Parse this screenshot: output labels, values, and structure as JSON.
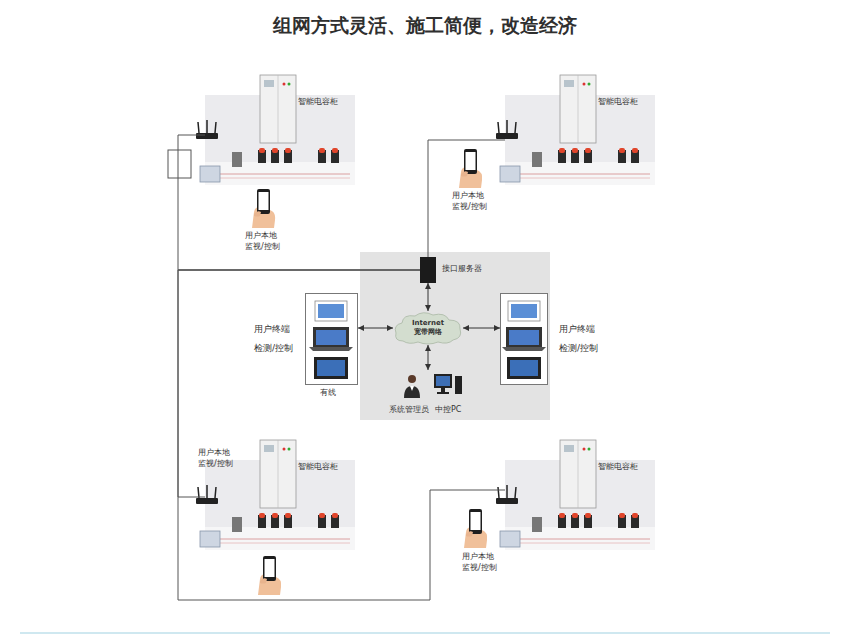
{
  "diagram": {
    "title": "组网方式灵活、施工简便，改造经济",
    "nodes": [
      {
        "text": [
          "智能电容柜"
        ]
      },
      {
        "text": [
          "智能电容柜"
        ]
      },
      {
        "text": [
          "接口服务器"
        ]
      },
      {
        "text": [
          "用户终端 检测/控制"
        ]
      },
      {
        "text": [
          "Internet 宽带网络"
        ]
      },
      {
        "text": [
          "用户终端 检测/控制"
        ]
      },
      {
        "text": [
          "系统管理员",
          "中控PC"
        ]
      },
      {
        "text": [
          "智能电容柜"
        ]
      },
      {
        "text": [
          "智能电容柜"
        ]
      }
    ],
    "edges": [
      {
        "from": 4,
        "to": 2,
        "arrow": "both"
      },
      {
        "from": 4,
        "to": 3,
        "arrow": "both"
      },
      {
        "from": 4,
        "to": 5,
        "arrow": "both"
      },
      {
        "from": 4,
        "to": 6,
        "arrow": "both"
      },
      {
        "from": 2,
        "to": 0,
        "arrow": "none"
      },
      {
        "from": 2,
        "to": 1,
        "arrow": "none"
      },
      {
        "from": 2,
        "to": 7,
        "arrow": "none"
      },
      {
        "from": 2,
        "to": 8,
        "arrow": "none"
      }
    ],
    "labels": [
      "用户本地 监视/控制",
      "用户本地 监视/控制",
      "有线",
      "用户本地 监视/控制",
      "用户本地 监视/控制"
    ]
  }
}
